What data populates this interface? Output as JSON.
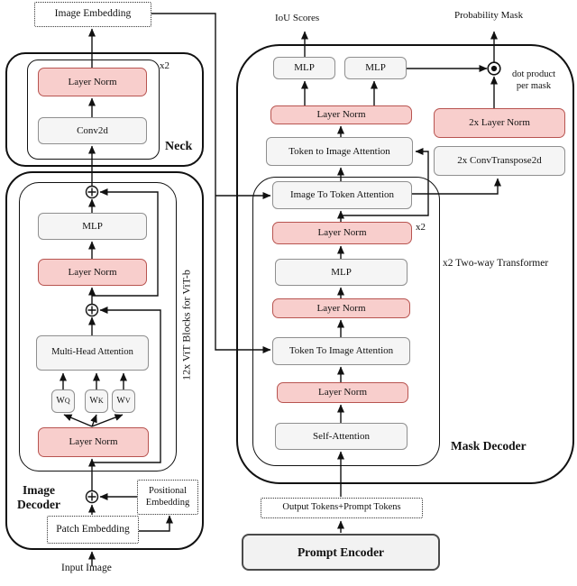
{
  "image_embedding_label": "Image Embedding",
  "neck": {
    "label": "Neck",
    "repeat_label": "x2",
    "layer_norm": "Layer Norm",
    "conv2d": "Conv2d"
  },
  "image_decoder": {
    "label": "Image Decoder",
    "vit_stack_label": "12x ViT Blocks for ViT-b",
    "mlp": "MLP",
    "layer_norm_1": "Layer Norm",
    "multi_head_attention": "Multi-Head Attention",
    "w_q": {
      "base": "W",
      "sub": "Q"
    },
    "w_k": {
      "base": "W",
      "sub": "K"
    },
    "w_v": {
      "base": "W",
      "sub": "V"
    },
    "layer_norm_2": "Layer Norm",
    "positional_embedding": "Positional Embedding",
    "patch_embedding": "Patch Embedding",
    "input_image_label": "Input Image"
  },
  "mask_decoder": {
    "label": "Mask Decoder",
    "two_way_transformer_label": "x2 Two-way Transformer",
    "repeat_label": "x2",
    "iou_scores_label": "IoU Scores",
    "probability_mask_label": "Probability Mask",
    "dot_product_note": {
      "line1": "dot product",
      "line2": "per mask"
    },
    "mlp_iou": "MLP",
    "mlp_mask": "MLP",
    "layer_norm_final": "Layer Norm",
    "token_to_image_attention_final": "Token to Image Attention",
    "image_to_token_attention": "Image To Token Attention",
    "layer_norm_3": "Layer Norm",
    "mlp": "MLP",
    "layer_norm_2": "Layer Norm",
    "token_to_image_attention": "Token To Image Attention",
    "layer_norm_1": "Layer Norm",
    "self_attention": "Self-Attention",
    "layer_norm_2x": "2x Layer Norm",
    "conv_transpose_2x": "2x ConvTranspose2d"
  },
  "output_tokens_label": "Output Tokens+Prompt Tokens",
  "prompt_encoder_label": "Prompt Encoder",
  "colors": {
    "pink_fill": "#f8cecc",
    "pink_stroke": "#b85450",
    "gray_fill": "#f5f5f5",
    "gray_stroke": "#8f8f8f",
    "outline": "#111111"
  }
}
